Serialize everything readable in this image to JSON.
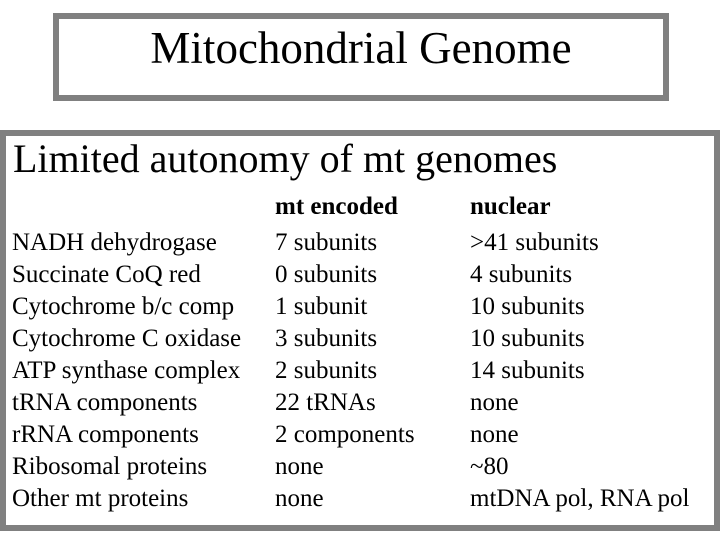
{
  "slide": {
    "title": "Mitochondrial Genome",
    "heading": "Limited autonomy of mt genomes"
  },
  "table": {
    "columns": {
      "label": "",
      "mt_encoded": "mt encoded",
      "nuclear": "nuclear"
    },
    "rows": [
      {
        "label": "NADH dehydrogase",
        "mt_encoded": "7 subunits",
        "nuclear": ">41 subunits"
      },
      {
        "label": "Succinate CoQ red",
        "mt_encoded": "0 subunits",
        "nuclear": "4 subunits"
      },
      {
        "label": "Cytochrome b/c comp",
        "mt_encoded": "1 subunit",
        "nuclear": "10 subunits"
      },
      {
        "label": "Cytochrome C oxidase",
        "mt_encoded": "3 subunits",
        "nuclear": "10 subunits"
      },
      {
        "label": "ATP synthase complex",
        "mt_encoded": "2 subunits",
        "nuclear": "14 subunits"
      },
      {
        "label": "tRNA components",
        "mt_encoded": "22 tRNAs",
        "nuclear": "none"
      },
      {
        "label": "rRNA components",
        "mt_encoded": "2 components",
        "nuclear": "none"
      },
      {
        "label": "Ribosomal proteins",
        "mt_encoded": "none",
        "nuclear": "~80"
      },
      {
        "label": "Other mt proteins",
        "mt_encoded": "none",
        "nuclear": "mtDNA pol, RNA pol"
      }
    ]
  },
  "colors": {
    "border_gray": "#808080",
    "text": "#000000",
    "background": "#ffffff"
  }
}
